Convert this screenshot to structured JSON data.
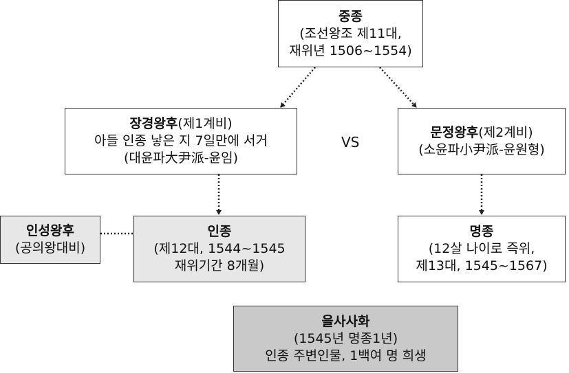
{
  "nodes": {
    "jungjong": {
      "name": "중종",
      "lines": [
        "(조선왕조 제11대,",
        "재위년 1506~1554)"
      ]
    },
    "janggyeong": {
      "name": "장경왕후",
      "suffix": "(제1계비)",
      "lines": [
        "아들 인종 낳은 지 7일만에 서거",
        "(대윤파大尹派-윤임)"
      ]
    },
    "munjeong": {
      "name": "문정왕후",
      "suffix": "(제2계비)",
      "lines": [
        "(소윤파小尹派-윤원형)"
      ]
    },
    "inseong": {
      "name": "인성왕후",
      "lines": [
        "(공의왕대비)"
      ]
    },
    "injong": {
      "name": "인종",
      "lines": [
        "(제12대, 1544~1545",
        "재위기간 8개월)"
      ]
    },
    "myeongjong": {
      "name": "명종",
      "lines": [
        "(12살 나이로 즉위,",
        "제13대, 1545~1567)"
      ]
    },
    "eulsa": {
      "name": "을사사화",
      "lines": [
        "(1545년 명종1년)",
        "인종 주변인물, 1백여 명 희생"
      ]
    }
  },
  "vs_label": "VS",
  "colors": {
    "border": "#333333",
    "light_fill": "#e7e7e7",
    "dark_fill": "#c9c9c9",
    "connector": "#222222"
  }
}
